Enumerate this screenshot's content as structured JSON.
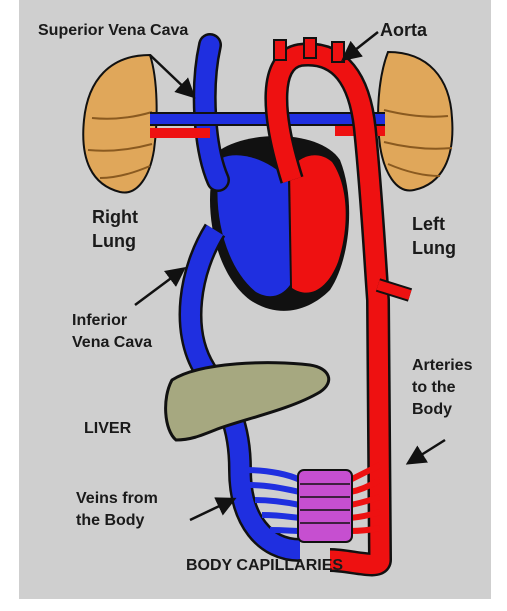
{
  "diagram": {
    "labels": {
      "superior_vena_cava": "Superior Vena Cava",
      "aorta": "Aorta",
      "right_lung": [
        "Right",
        "Lung"
      ],
      "left_lung": [
        "Left",
        "Lung"
      ],
      "inferior_vena_cava": [
        "Inferior",
        "Vena Cava"
      ],
      "arteries": [
        "Arteries",
        "to the",
        "Body"
      ],
      "liver": "LIVER",
      "veins": [
        "Veins from",
        "the Body"
      ],
      "body_capillaries": "BODY CAPILLARIES"
    },
    "colors": {
      "background": "#cfcfcf",
      "vein": "#1f2fe0",
      "artery": "#ee1111",
      "lung": "#e0a75a",
      "liver": "#a6a880",
      "capillaries": "#c64fd0",
      "outline": "#111111"
    }
  }
}
